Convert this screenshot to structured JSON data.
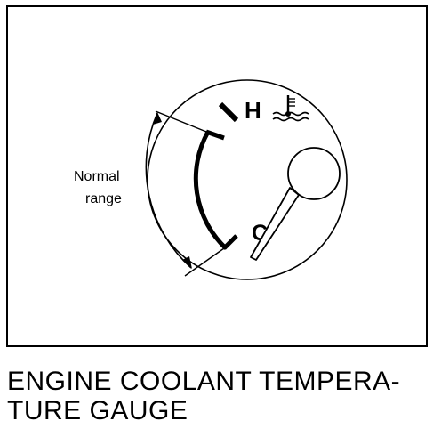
{
  "figure": {
    "normal_range_line1": "Normal",
    "normal_range_line2": "range",
    "hot_marker": "H",
    "cold_marker": "C"
  },
  "caption": {
    "line1": "ENGINE COOLANT TEMPERA-",
    "line2": "TURE GAUGE"
  },
  "icons": {
    "coolant_temperature": "coolant-temperature-icon"
  },
  "colors": {
    "ink": "#000000",
    "paper": "#ffffff"
  }
}
